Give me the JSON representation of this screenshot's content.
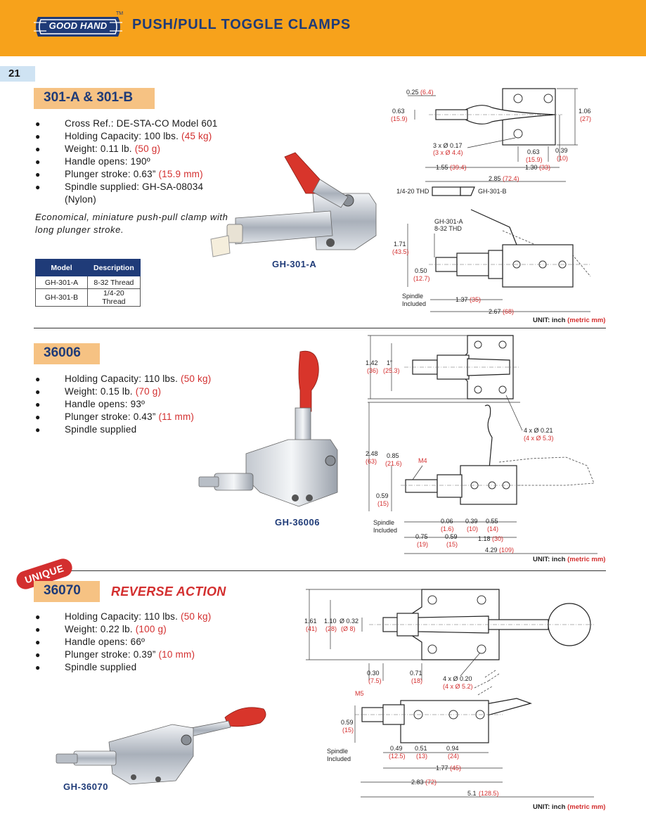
{
  "header": {
    "logo_text": "GOOD HAND",
    "tm": "TM",
    "title": "PUSH/PULL TOGGLE CLAMPS",
    "background_color": "#f7a21b",
    "title_color": "#1f3b78"
  },
  "page_number": "21",
  "sections": [
    {
      "title": "301-A & 301-B",
      "specs": [
        {
          "text": "Cross Ref.: DE-STA-CO Model 601",
          "metric": ""
        },
        {
          "text": "Holding Capacity: 100 lbs.",
          "metric": "(45 kg)"
        },
        {
          "text": "Weight: 0.11 lb.",
          "metric": "(50 g)"
        },
        {
          "text": "Handle opens: 190º",
          "metric": ""
        },
        {
          "text": "Plunger stroke: 0.63”",
          "metric": "(15.9 mm)"
        },
        {
          "text": "Spindle supplied: GH-SA-08034",
          "metric": ""
        },
        {
          "text": "(Nylon)",
          "metric": ""
        }
      ],
      "description": "Economical, miniature push-pull clamp with long plunger stroke.",
      "table": {
        "headers": [
          "Model",
          "Description"
        ],
        "rows": [
          [
            "GH-301-A",
            "8-32 Thread"
          ],
          [
            "GH-301-B",
            "1/4-20 Thread"
          ]
        ]
      },
      "product_label": "GH-301-A",
      "unit_note": "UNIT: inch",
      "unit_note_metric": "(metric mm)"
    },
    {
      "title": "36006",
      "specs": [
        {
          "text": "Holding Capacity: 110 lbs.",
          "metric": "(50 kg)"
        },
        {
          "text": "Weight: 0.15 lb.",
          "metric": "(70 g)"
        },
        {
          "text": "Handle opens: 93º",
          "metric": ""
        },
        {
          "text": "Plunger stroke: 0.43”",
          "metric": "(11 mm)"
        },
        {
          "text": "Spindle supplied",
          "metric": ""
        }
      ],
      "product_label": "GH-36006",
      "unit_note": "UNIT: inch",
      "unit_note_metric": "(metric mm)"
    },
    {
      "badge": "UNIQUE",
      "title": "36070",
      "subtitle": "REVERSE ACTION",
      "specs": [
        {
          "text": "Holding Capacity: 110 lbs.",
          "metric": "(50 kg)"
        },
        {
          "text": "Weight: 0.22 lb.",
          "metric": "(100 g)"
        },
        {
          "text": "Handle opens: 66º",
          "metric": ""
        },
        {
          "text": "Plunger stroke: 0.39”",
          "metric": "(10 mm)"
        },
        {
          "text": "Spindle supplied",
          "metric": ""
        }
      ],
      "product_label": "GH-36070",
      "unit_note": "UNIT: inch",
      "unit_note_metric": "(metric mm)"
    }
  ],
  "drawings": {
    "d1": {
      "dim_025": "0.25",
      "dim_025_m": "(6.4)",
      "dim_063": "0.63",
      "dim_063_m": "(15.9)",
      "dim_106": "1.06",
      "dim_106_m": "(27)",
      "holes": "3 x Ø 0.17",
      "holes_m": "(3 x Ø 4.4)",
      "dim_063b": "0.63",
      "dim_063b_m": "(15.9)",
      "dim_039": "0.39",
      "dim_039_m": "(10)",
      "dim_155": "1.55",
      "dim_155_m": "(39.4)",
      "dim_130": "1.30",
      "dim_130_m": "(33)",
      "dim_285": "2.85",
      "dim_285_m": "(72.4)",
      "thread_b": "1/4-20 THD",
      "part_b": "GH-301-B",
      "callout_a1": "GH-301-A",
      "callout_a2": "8-32 THD",
      "dim_171": "1.71",
      "dim_171_m": "(43.5)",
      "dim_050": "0.50",
      "dim_050_m": "(12.7)",
      "spindle1": "Spindle",
      "spindle2": "Included",
      "dim_137": "1.37",
      "dim_137_m": "(35)",
      "dim_267": "2.67",
      "dim_267_m": "(68)"
    },
    "d2": {
      "dim_142": "1.42",
      "dim_142_m": "(36)",
      "dim_1": "1”",
      "dim_1_m": "(25.3)",
      "holes": "4 x Ø 0.21",
      "holes_m": "(4 x Ø 5.3)",
      "dim_248": "2.48",
      "dim_248_m": "(63)",
      "dim_085": "0.85",
      "dim_085_m": "(21.6)",
      "m4": "M4",
      "dim_059": "0.59",
      "dim_059_m": "(15)",
      "spindle1": "Spindle",
      "spindle2": "Included",
      "dim_006": "0.06",
      "dim_006_m": "(1.6)",
      "dim_039": "0.39",
      "dim_039_m": "(10)",
      "dim_055": "0.55",
      "dim_055_m": "(14)",
      "dim_075": "0.75",
      "dim_075_m": "(19)",
      "dim_059b": "0.59",
      "dim_059b_m": "(15)",
      "dim_118": "1.18",
      "dim_118_m": "(30)",
      "dim_429": "4.29",
      "dim_429_m": "(109)"
    },
    "d3": {
      "dim_161": "1.61",
      "dim_161_m": "(41)",
      "dim_110": "1.10",
      "dim_110_m": "(28)",
      "dim_032": "Ø 0.32",
      "dim_032_m": "(Ø 8)",
      "dim_030": "0.30",
      "dim_030_m": "(7.5)",
      "dim_071": "0.71",
      "dim_071_m": "(18)",
      "holes": "4 x Ø 0.20",
      "holes_m": "(4 x Ø 5.2)",
      "m5": "M5",
      "dim_059": "0.59",
      "dim_059_m": "(15)",
      "spindle1": "Spindle",
      "spindle2": "Included",
      "dim_049": "0.49",
      "dim_049_m": "(12.5)",
      "dim_051": "0.51",
      "dim_051_m": "(13)",
      "dim_094": "0.94",
      "dim_094_m": "(24)",
      "dim_177": "1.77",
      "dim_177_m": "(45)",
      "dim_283": "2.83",
      "dim_283_m": "(72)",
      "dim_51": "5.1",
      "dim_51_m": "(128.5)"
    }
  }
}
